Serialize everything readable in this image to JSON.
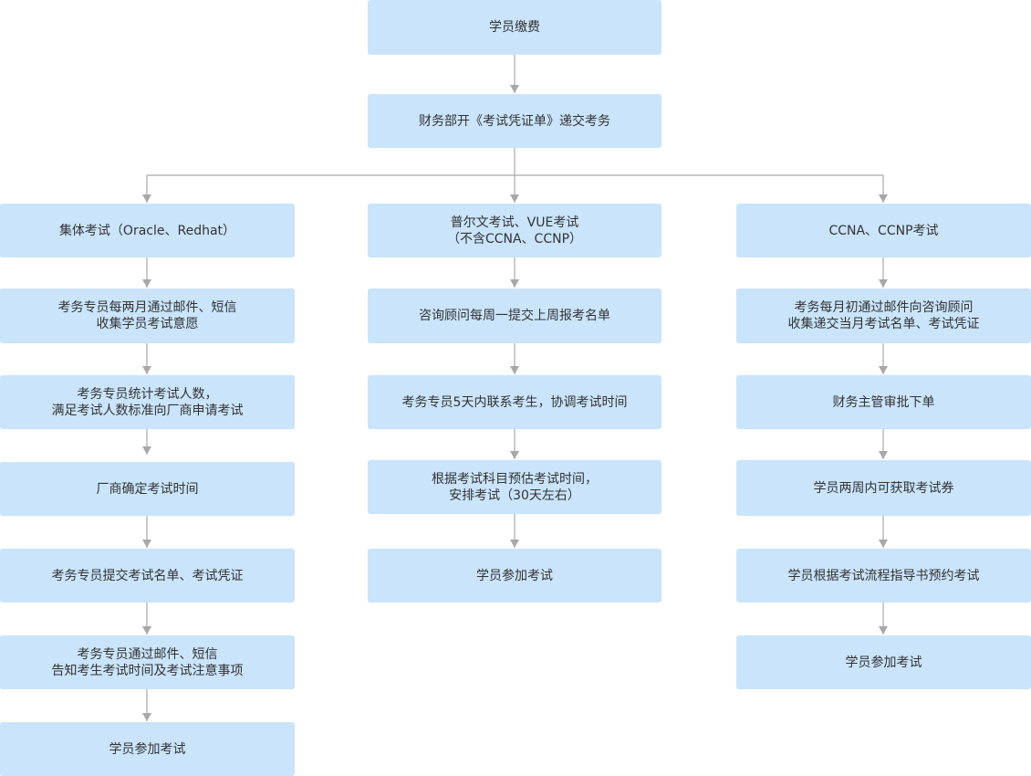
{
  "flow": {
    "top": {
      "pay": "学员缴费",
      "finance": "财务部开《考试凭证单》递交考务"
    },
    "group": {
      "title": "集体考试（Oracle、Redhat）",
      "steps": [
        "考务专员每两月通过邮件、短信\n收集学员考试意愿",
        "考务专员统计考试人数，\n满足考试人数标准向厂商申请考试",
        "厂商确定考试时间",
        "考务专员提交考试名单、考试凭证",
        "考务专员通过邮件、短信\n告知考生考试时间及考试注意事项",
        "学员参加考试"
      ]
    },
    "prometric": {
      "title": "普尔文考试、VUE考试\n（不含CCNA、CCNP）",
      "steps": [
        "咨询顾问每周一提交上周报考名单",
        "考务专员5天内联系考生，协调考试时间",
        "根据考试科目预估考试时间，\n安排考试（30天左右）",
        "学员参加考试"
      ]
    },
    "cisco": {
      "title": "CCNA、CCNP考试",
      "steps": [
        "考务每月初通过邮件向咨询顾问\n收集递交当月考试名单、考试凭证",
        "财务主管审批下单",
        "学员两周内可获取考试券",
        "学员根据考试流程指导书预约考试",
        "学员参加考试"
      ]
    }
  },
  "colors": {
    "node_fill": "#c9e4fb",
    "connector": "#a8a8a8",
    "text": "#333333"
  }
}
